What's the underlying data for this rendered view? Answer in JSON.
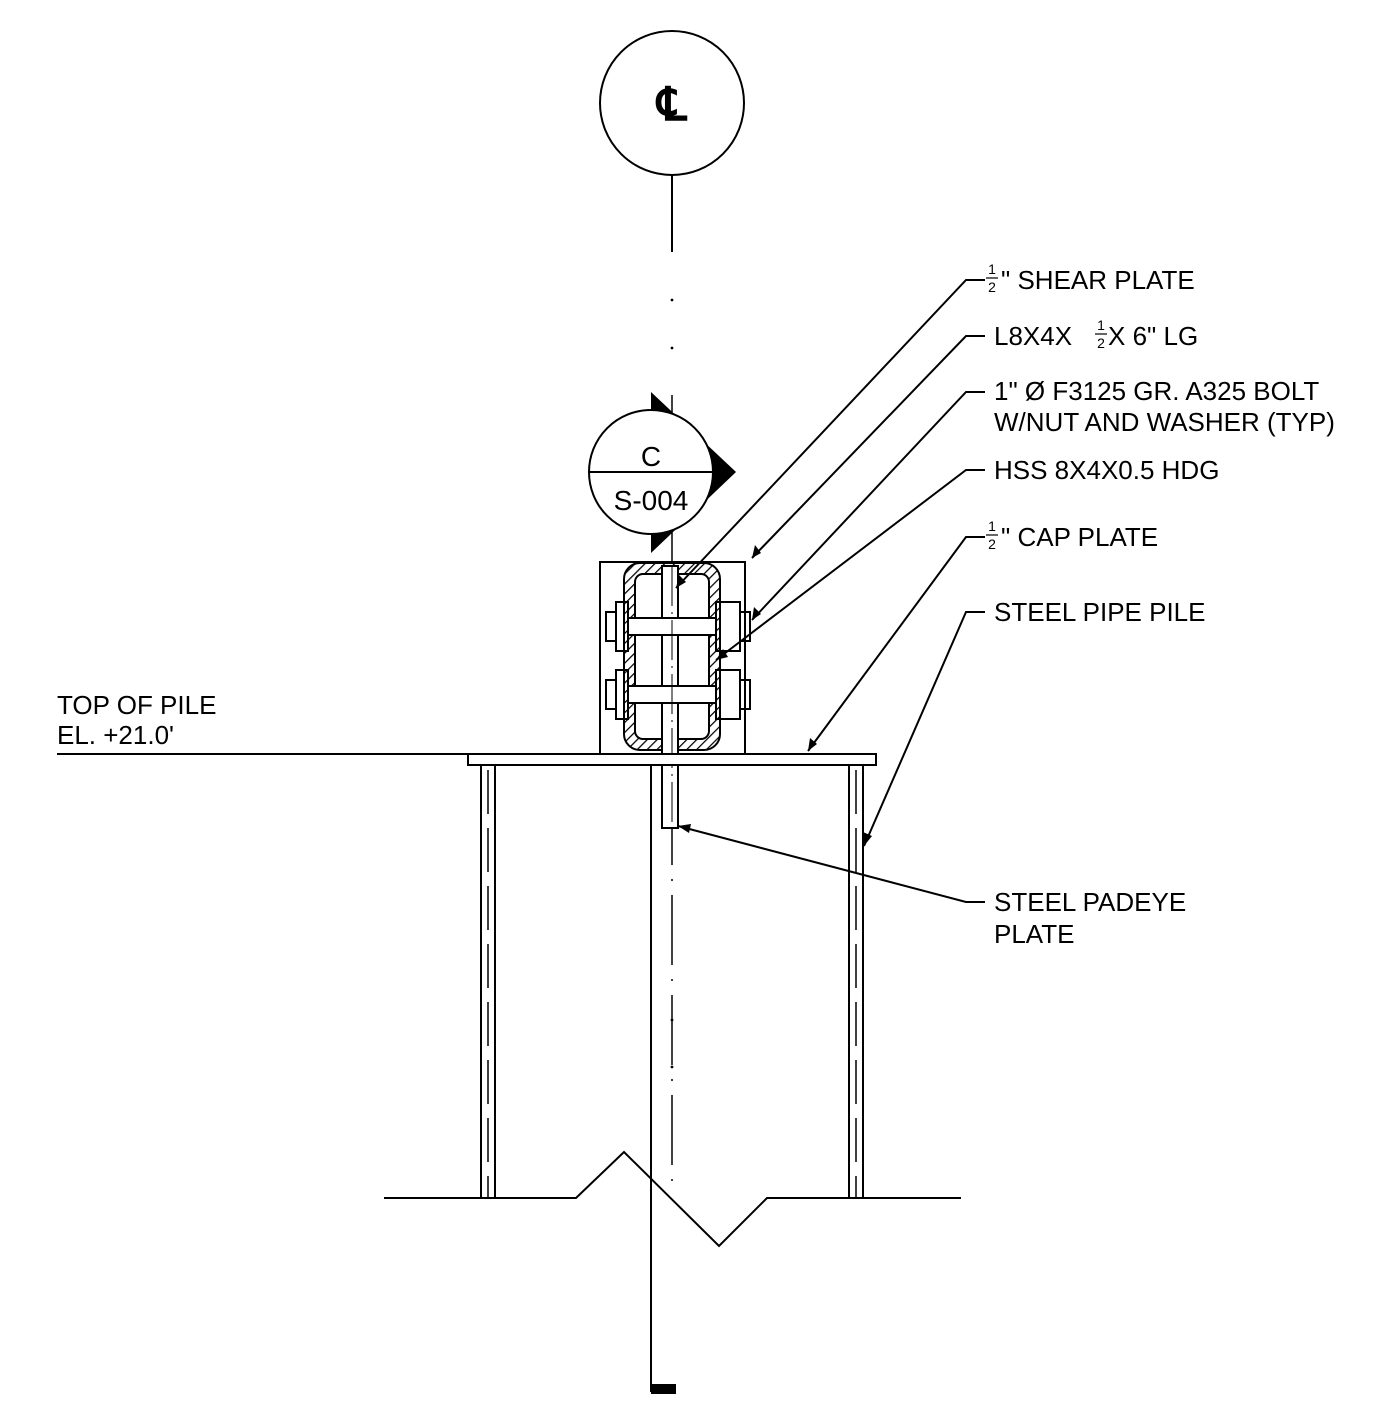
{
  "centerline_bubble": {
    "symbol": "℄"
  },
  "section_marker": {
    "letter": "C",
    "sheet": "S-004"
  },
  "elevation": {
    "line1": "TOP OF PILE",
    "line2": "EL. +21.0'"
  },
  "fraction": {
    "num": "1",
    "den": "2"
  },
  "callouts": {
    "shear_plate": {
      "suffix": "\" SHEAR PLATE"
    },
    "angle": {
      "prefix": "L8X4X",
      "suffix": " X 6\" LG"
    },
    "bolt": {
      "line1": "1\" Ø F3125 GR. A325 BOLT",
      "line2": "W/NUT AND WASHER (TYP)"
    },
    "hss": {
      "text": "HSS 8X4X0.5 HDG"
    },
    "cap_plate": {
      "suffix": "\" CAP PLATE"
    },
    "pipe_pile": {
      "text": "STEEL PIPE PILE"
    },
    "padeye": {
      "line1": "STEEL PADEYE",
      "line2": "PLATE"
    }
  }
}
